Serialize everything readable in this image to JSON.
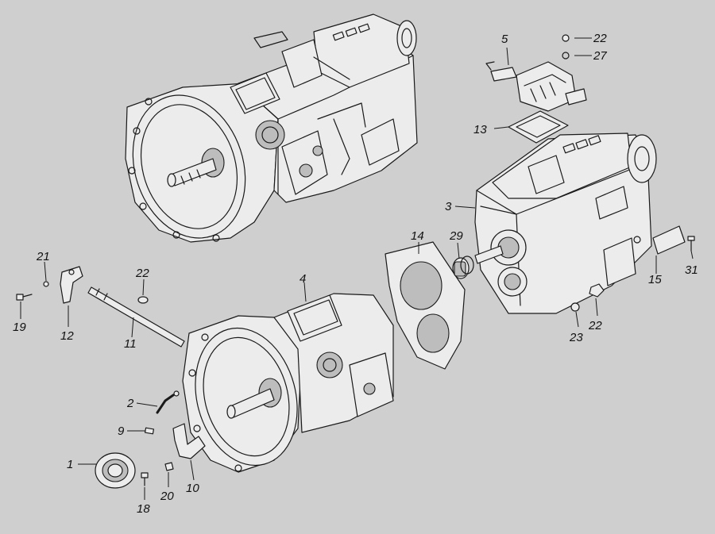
{
  "diagram": {
    "callouts": [
      {
        "id": "c1",
        "text": "1"
      },
      {
        "id": "c2",
        "text": "2"
      },
      {
        "id": "c3",
        "text": "3"
      },
      {
        "id": "c4",
        "text": "4"
      },
      {
        "id": "c5",
        "text": "5"
      },
      {
        "id": "c9",
        "text": "9"
      },
      {
        "id": "c10",
        "text": "10"
      },
      {
        "id": "c11",
        "text": "11"
      },
      {
        "id": "c12",
        "text": "12"
      },
      {
        "id": "c13",
        "text": "13"
      },
      {
        "id": "c14",
        "text": "14"
      },
      {
        "id": "c15",
        "text": "15"
      },
      {
        "id": "c18",
        "text": "18"
      },
      {
        "id": "c19",
        "text": "19"
      },
      {
        "id": "c20",
        "text": "20"
      },
      {
        "id": "c21",
        "text": "21"
      },
      {
        "id": "c22a",
        "text": "22"
      },
      {
        "id": "c22b",
        "text": "22"
      },
      {
        "id": "c22c",
        "text": "22"
      },
      {
        "id": "c23",
        "text": "23"
      },
      {
        "id": "c27",
        "text": "27"
      },
      {
        "id": "c29",
        "text": "29"
      },
      {
        "id": "c31",
        "text": "31"
      }
    ]
  }
}
